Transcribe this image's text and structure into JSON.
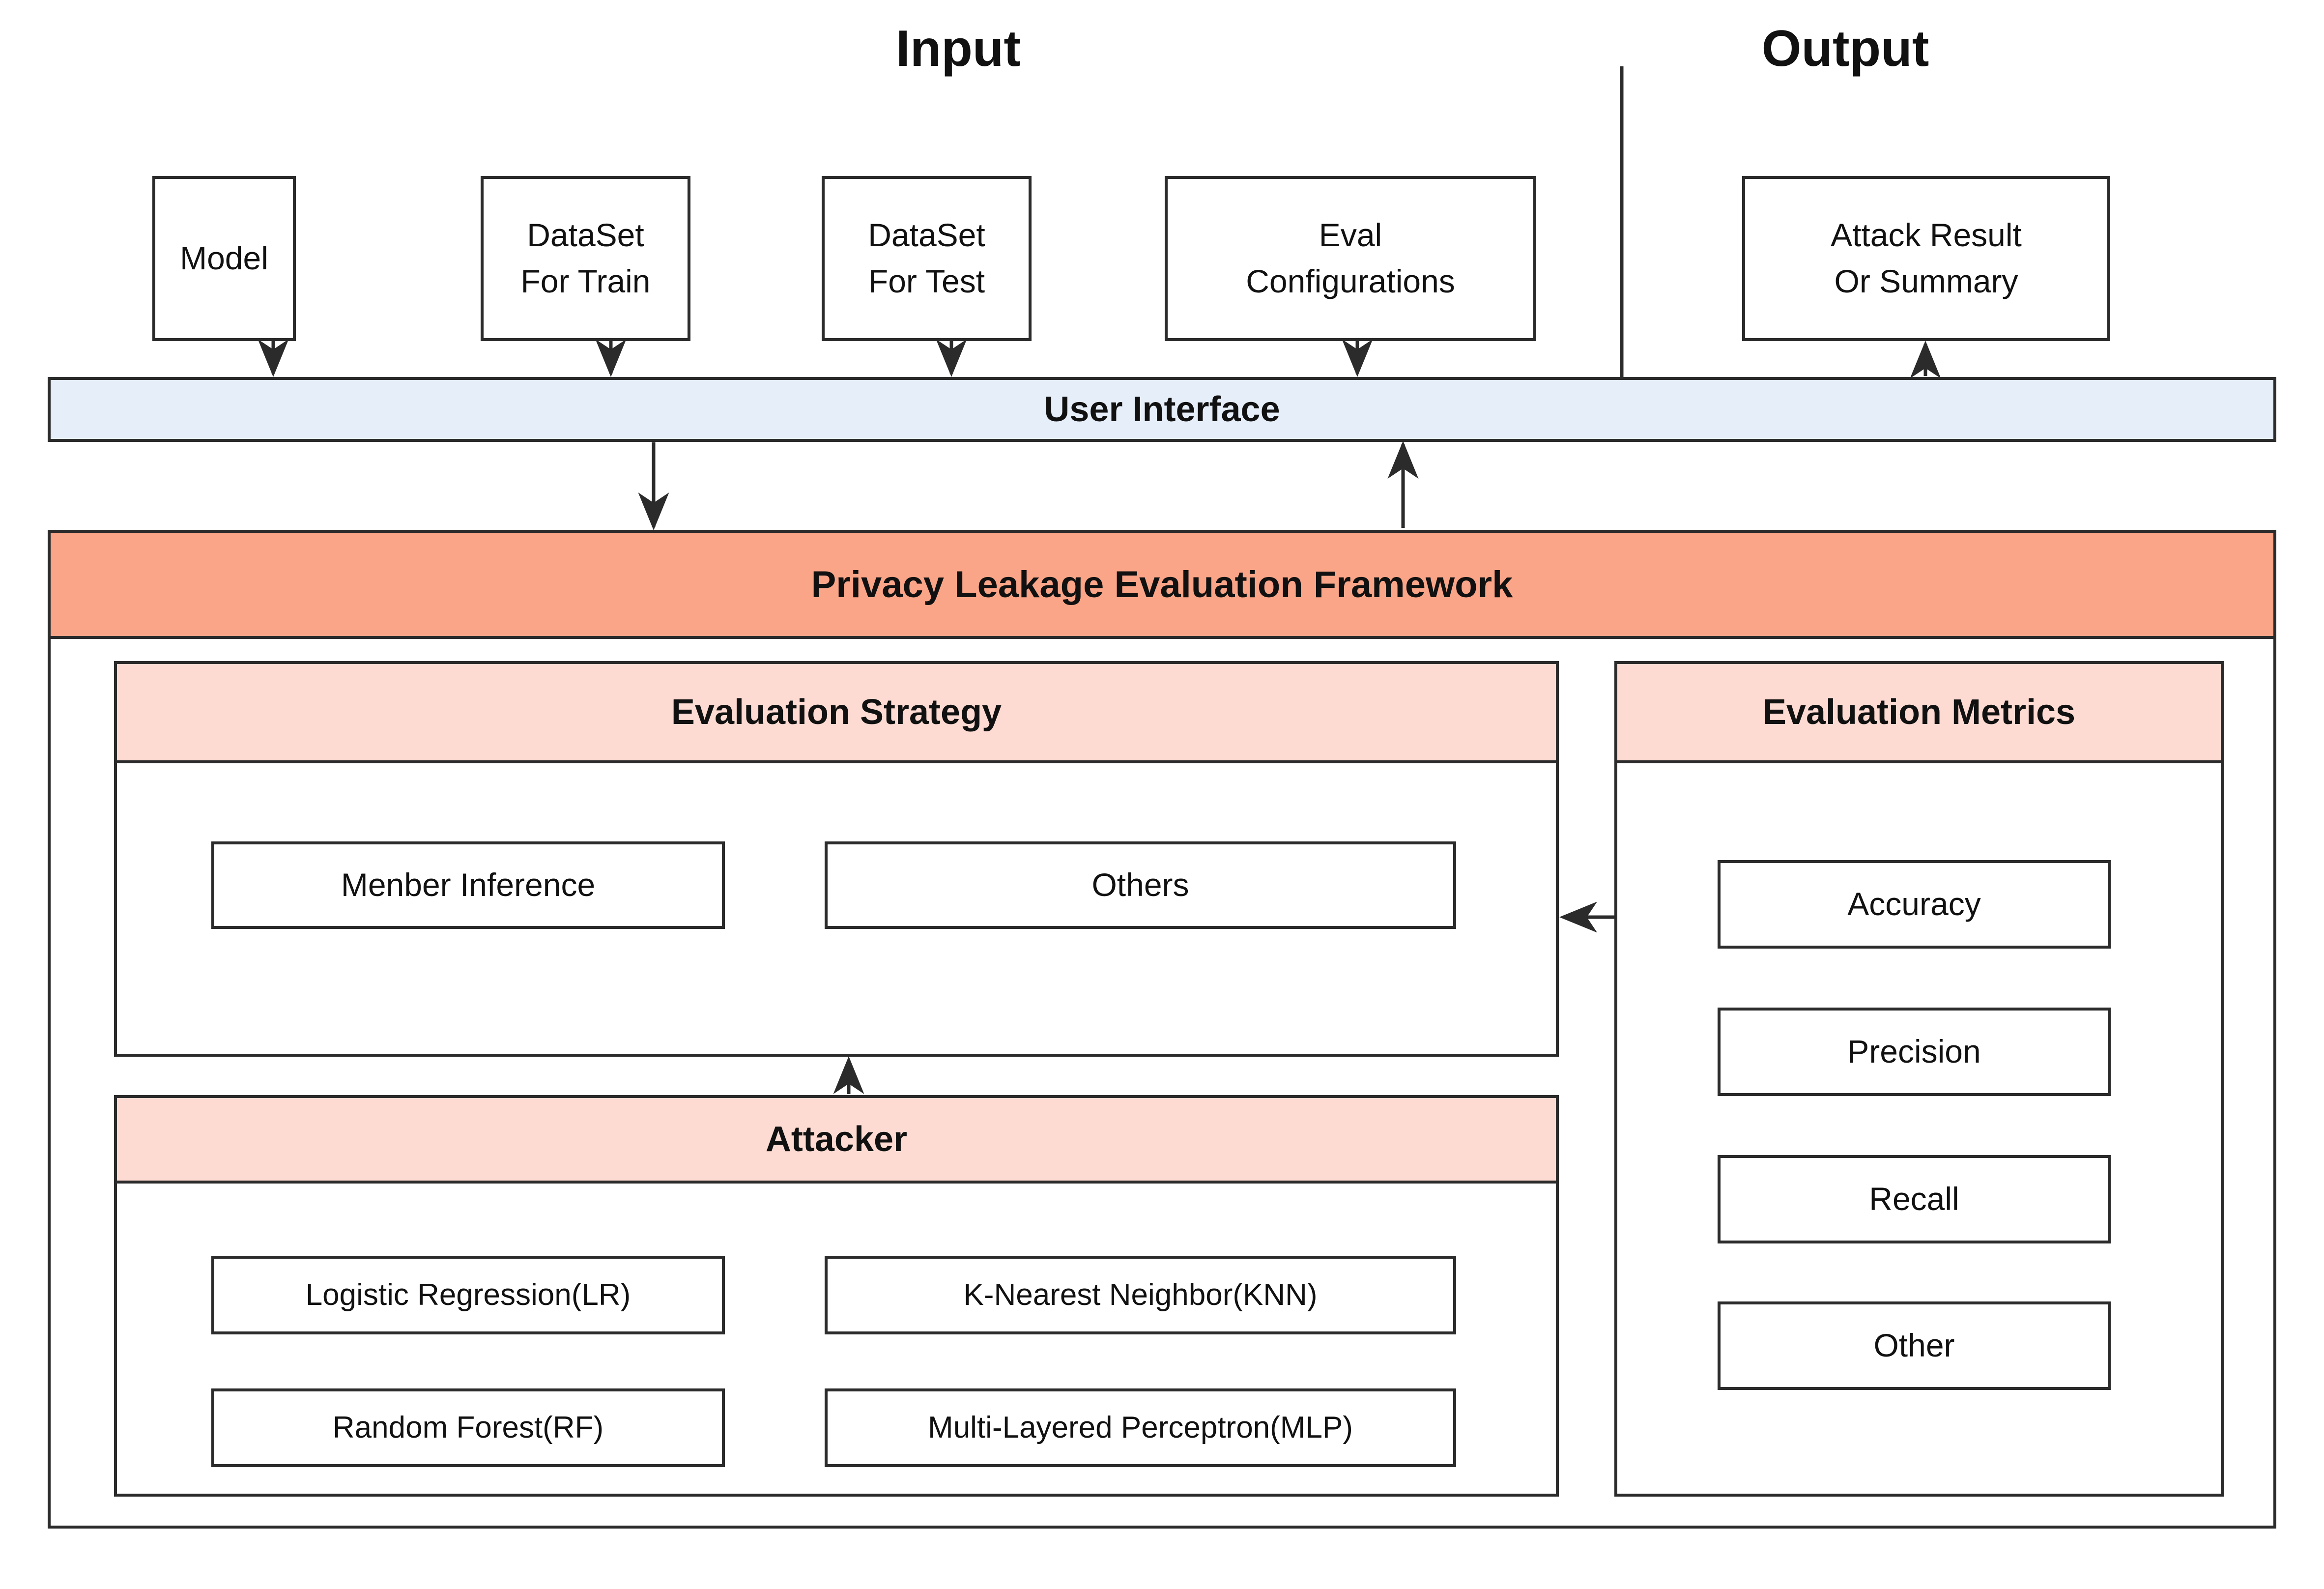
{
  "diagram": {
    "sections": {
      "input_title": "Input",
      "output_title": "Output"
    },
    "input_nodes": [
      {
        "name": "model",
        "line1": "Model",
        "line2": ""
      },
      {
        "name": "dataset-for-train",
        "line1": "DataSet",
        "line2": "For Train"
      },
      {
        "name": "dataset-for-test",
        "line1": "DataSet",
        "line2": "For Test"
      },
      {
        "name": "eval-configurations",
        "line1": "Eval",
        "line2": "Configurations"
      }
    ],
    "output_nodes": [
      {
        "name": "attack-result-or-summary",
        "line1": "Attack Result",
        "line2": "Or Summary"
      }
    ],
    "user_interface": {
      "label": "User Interface"
    },
    "framework": {
      "label": "Privacy Leakage Evaluation Framework"
    },
    "evaluation_strategy": {
      "header": "Evaluation Strategy",
      "items": [
        {
          "label": "Menber Inference"
        },
        {
          "label": "Others"
        }
      ]
    },
    "attacker": {
      "header": "Attacker",
      "items": [
        {
          "label": "Logistic Regression(LR)"
        },
        {
          "label": "K-Nearest Neighbor(KNN)"
        },
        {
          "label": "Random Forest(RF)"
        },
        {
          "label": "Multi-Layered Perceptron(MLP)"
        }
      ]
    },
    "evaluation_metrics": {
      "header": "Evaluation Metrics",
      "items": [
        {
          "label": "Accuracy"
        },
        {
          "label": "Precision"
        },
        {
          "label": "Recall"
        },
        {
          "label": "Other"
        }
      ]
    },
    "colors": {
      "user_interface_fill": "#E6EFF9",
      "framework_fill": "#FBA588",
      "section_header_fill": "#FDDBD2",
      "stroke": "#2b2b2b",
      "text": "#111111",
      "node_fill": "#FFFFFF"
    }
  }
}
